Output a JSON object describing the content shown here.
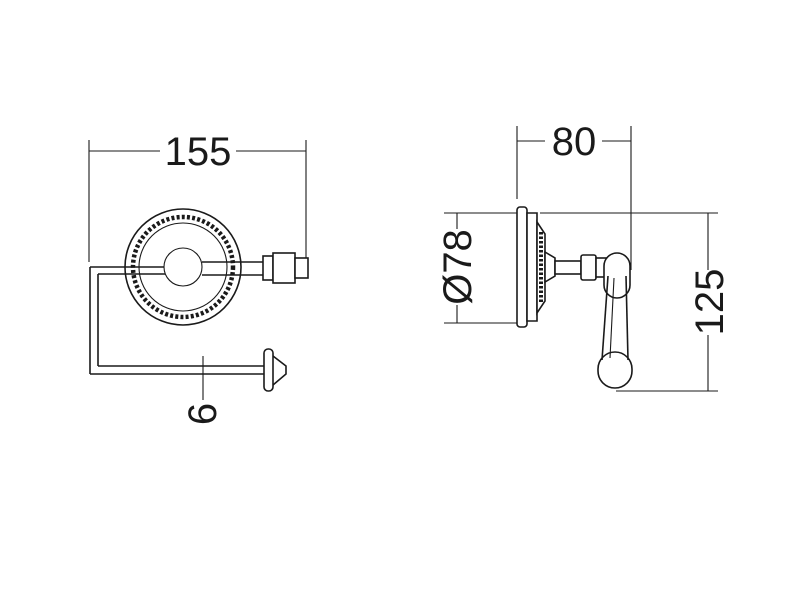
{
  "dimensions": {
    "front_width": "155",
    "side_depth": "80",
    "rosette_diameter": "Ø78",
    "side_height": "125",
    "rod_diameter": "6"
  }
}
